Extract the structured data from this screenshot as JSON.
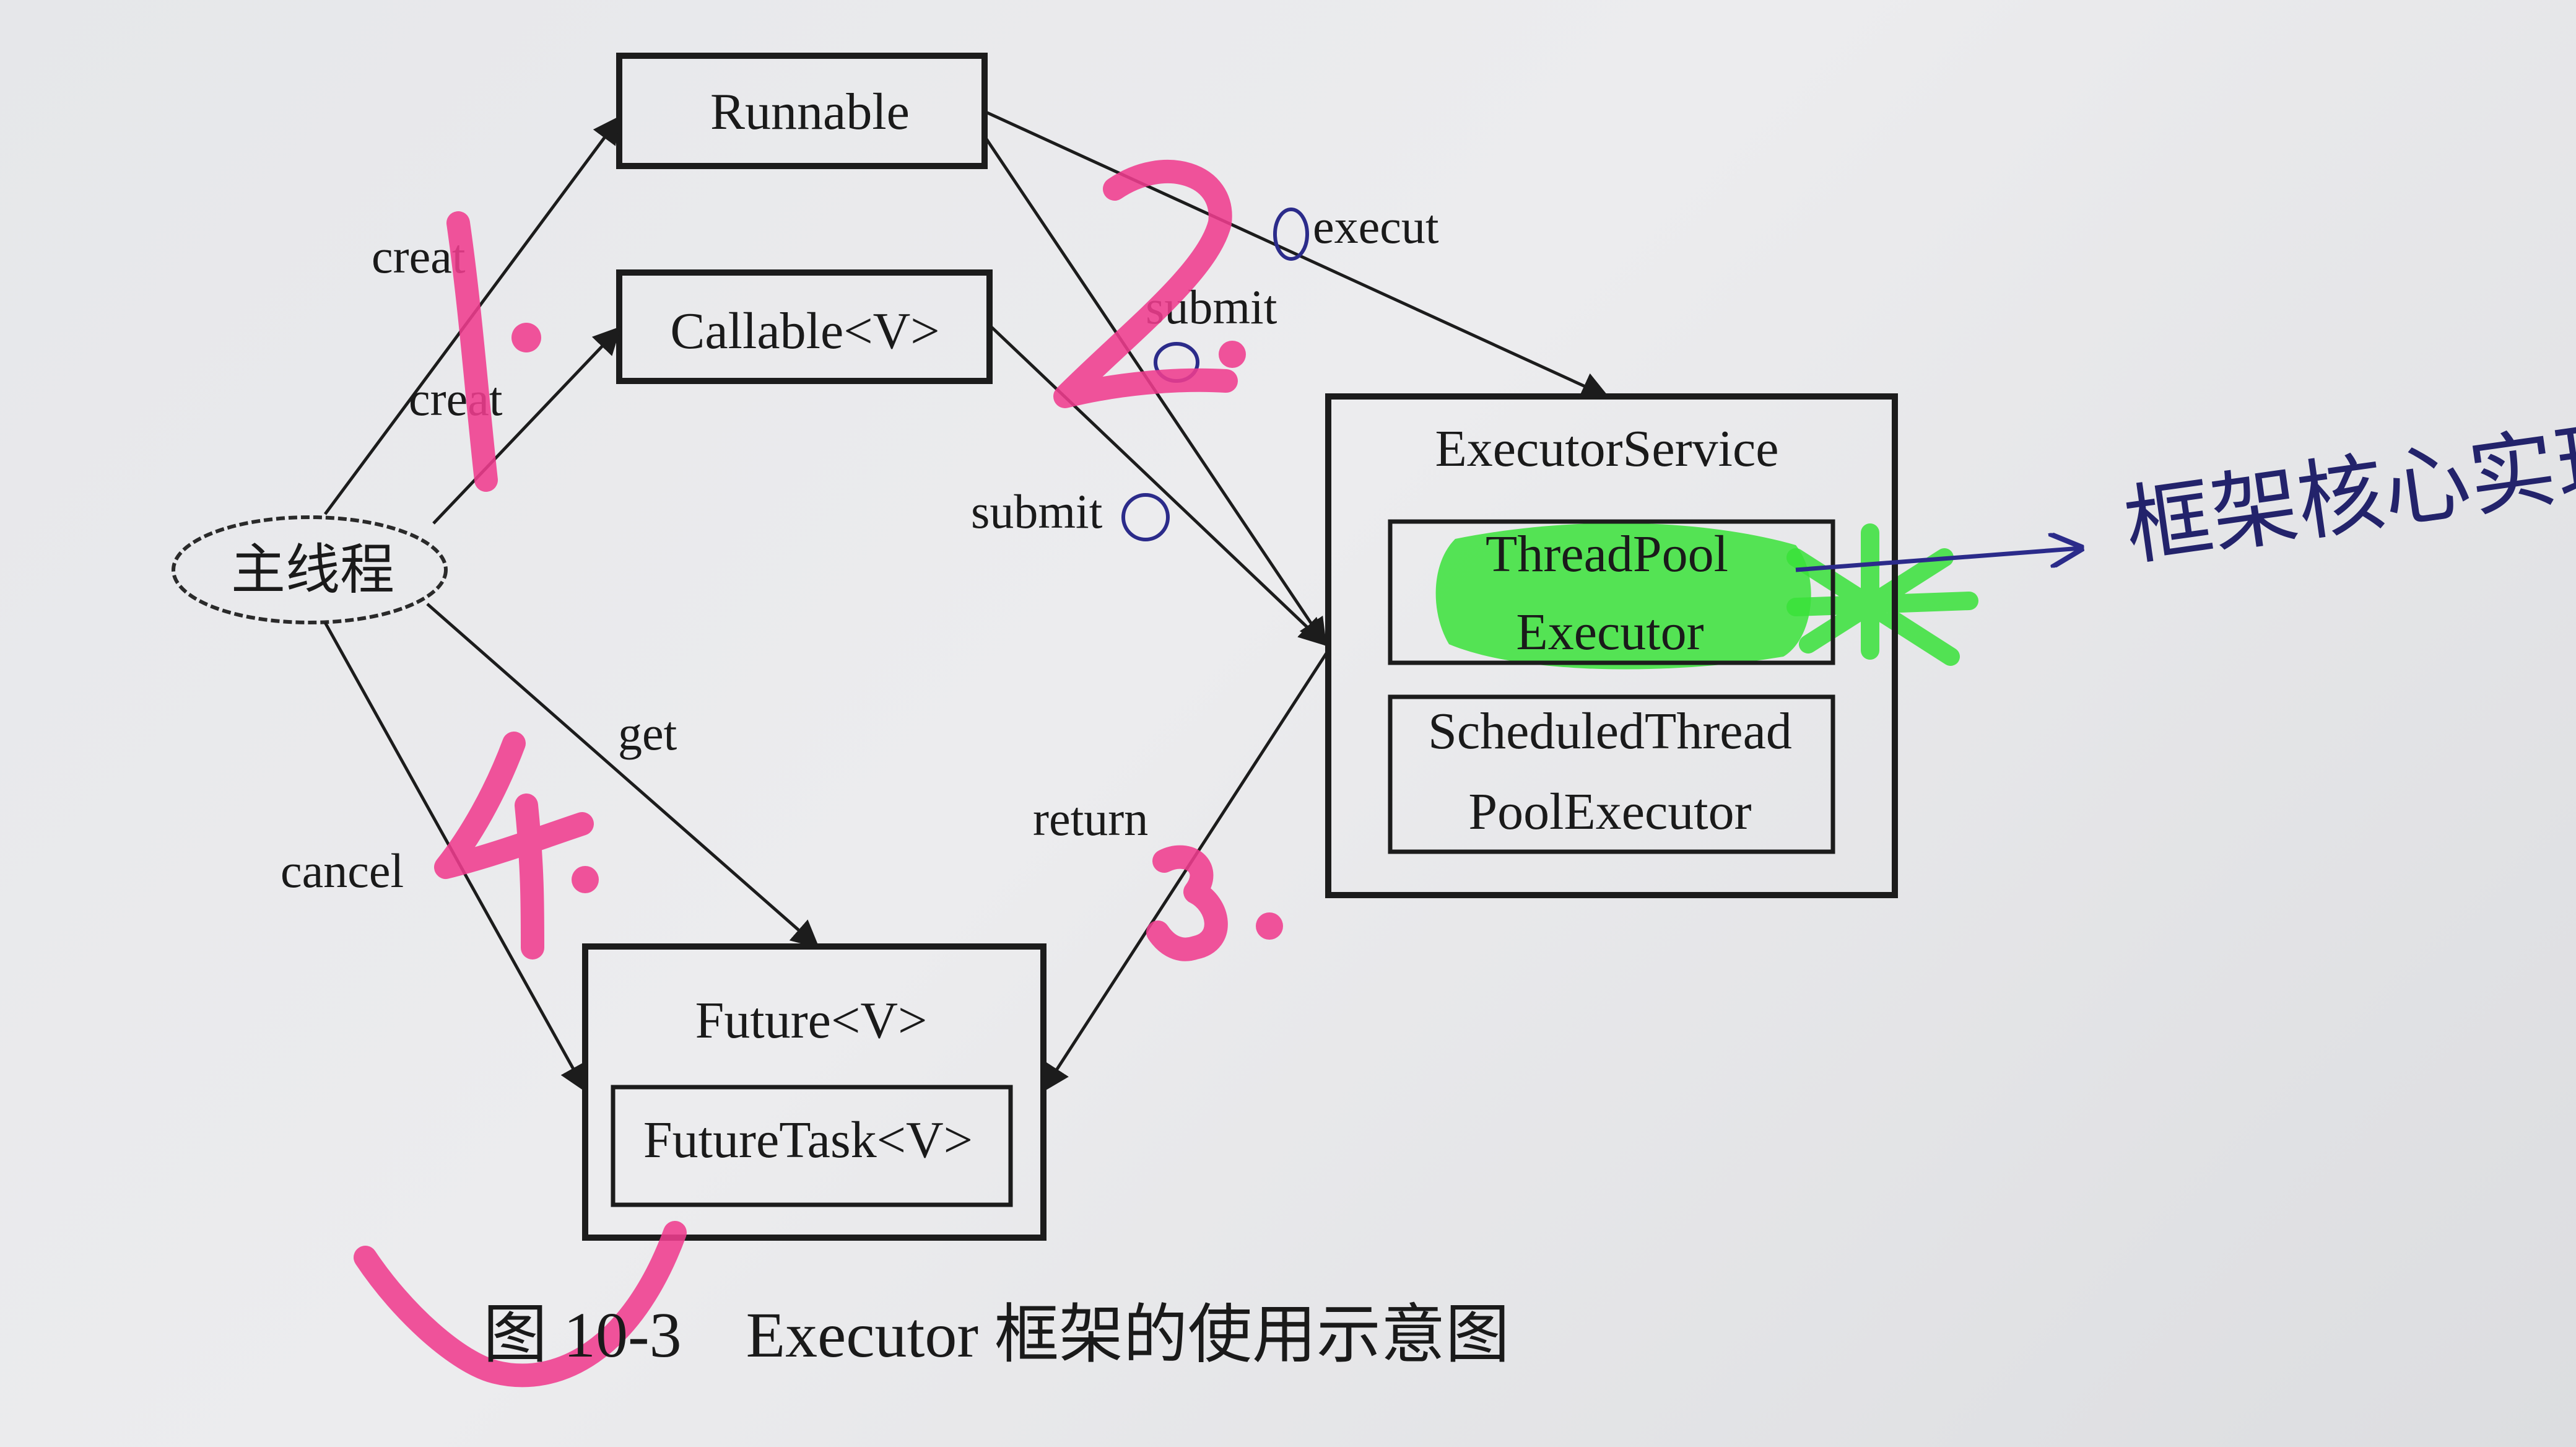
{
  "nodes": {
    "main_thread": "主线程",
    "runnable": "Runnable",
    "callable": "Callable<V>",
    "executor_service": "ExecutorService",
    "thread_pool_executor": [
      "ThreadPool",
      "Executor"
    ],
    "scheduled_thread_pool_executor": [
      "ScheduledThread",
      "PoolExecutor"
    ],
    "future": "Future<V>",
    "future_task": "FutureTask<V>"
  },
  "edge_labels": {
    "creat_runnable": "creat",
    "creat_callable": "creat",
    "execut": "execut",
    "submit_runnable": "submit",
    "submit_callable": "submit",
    "return": "return",
    "get": "get",
    "cancel": "cancel"
  },
  "caption": "图 10-3    Executor 框架的使用示意图",
  "annotations": {
    "step_numbers": [
      "1.",
      "2.",
      "3.",
      "4."
    ],
    "handwritten_note": "框架核心实现类",
    "colors": {
      "pink_marker": "#ef3c8e",
      "green_highlighter": "#39e23a",
      "blue_pen": "#2b2b8a"
    }
  }
}
